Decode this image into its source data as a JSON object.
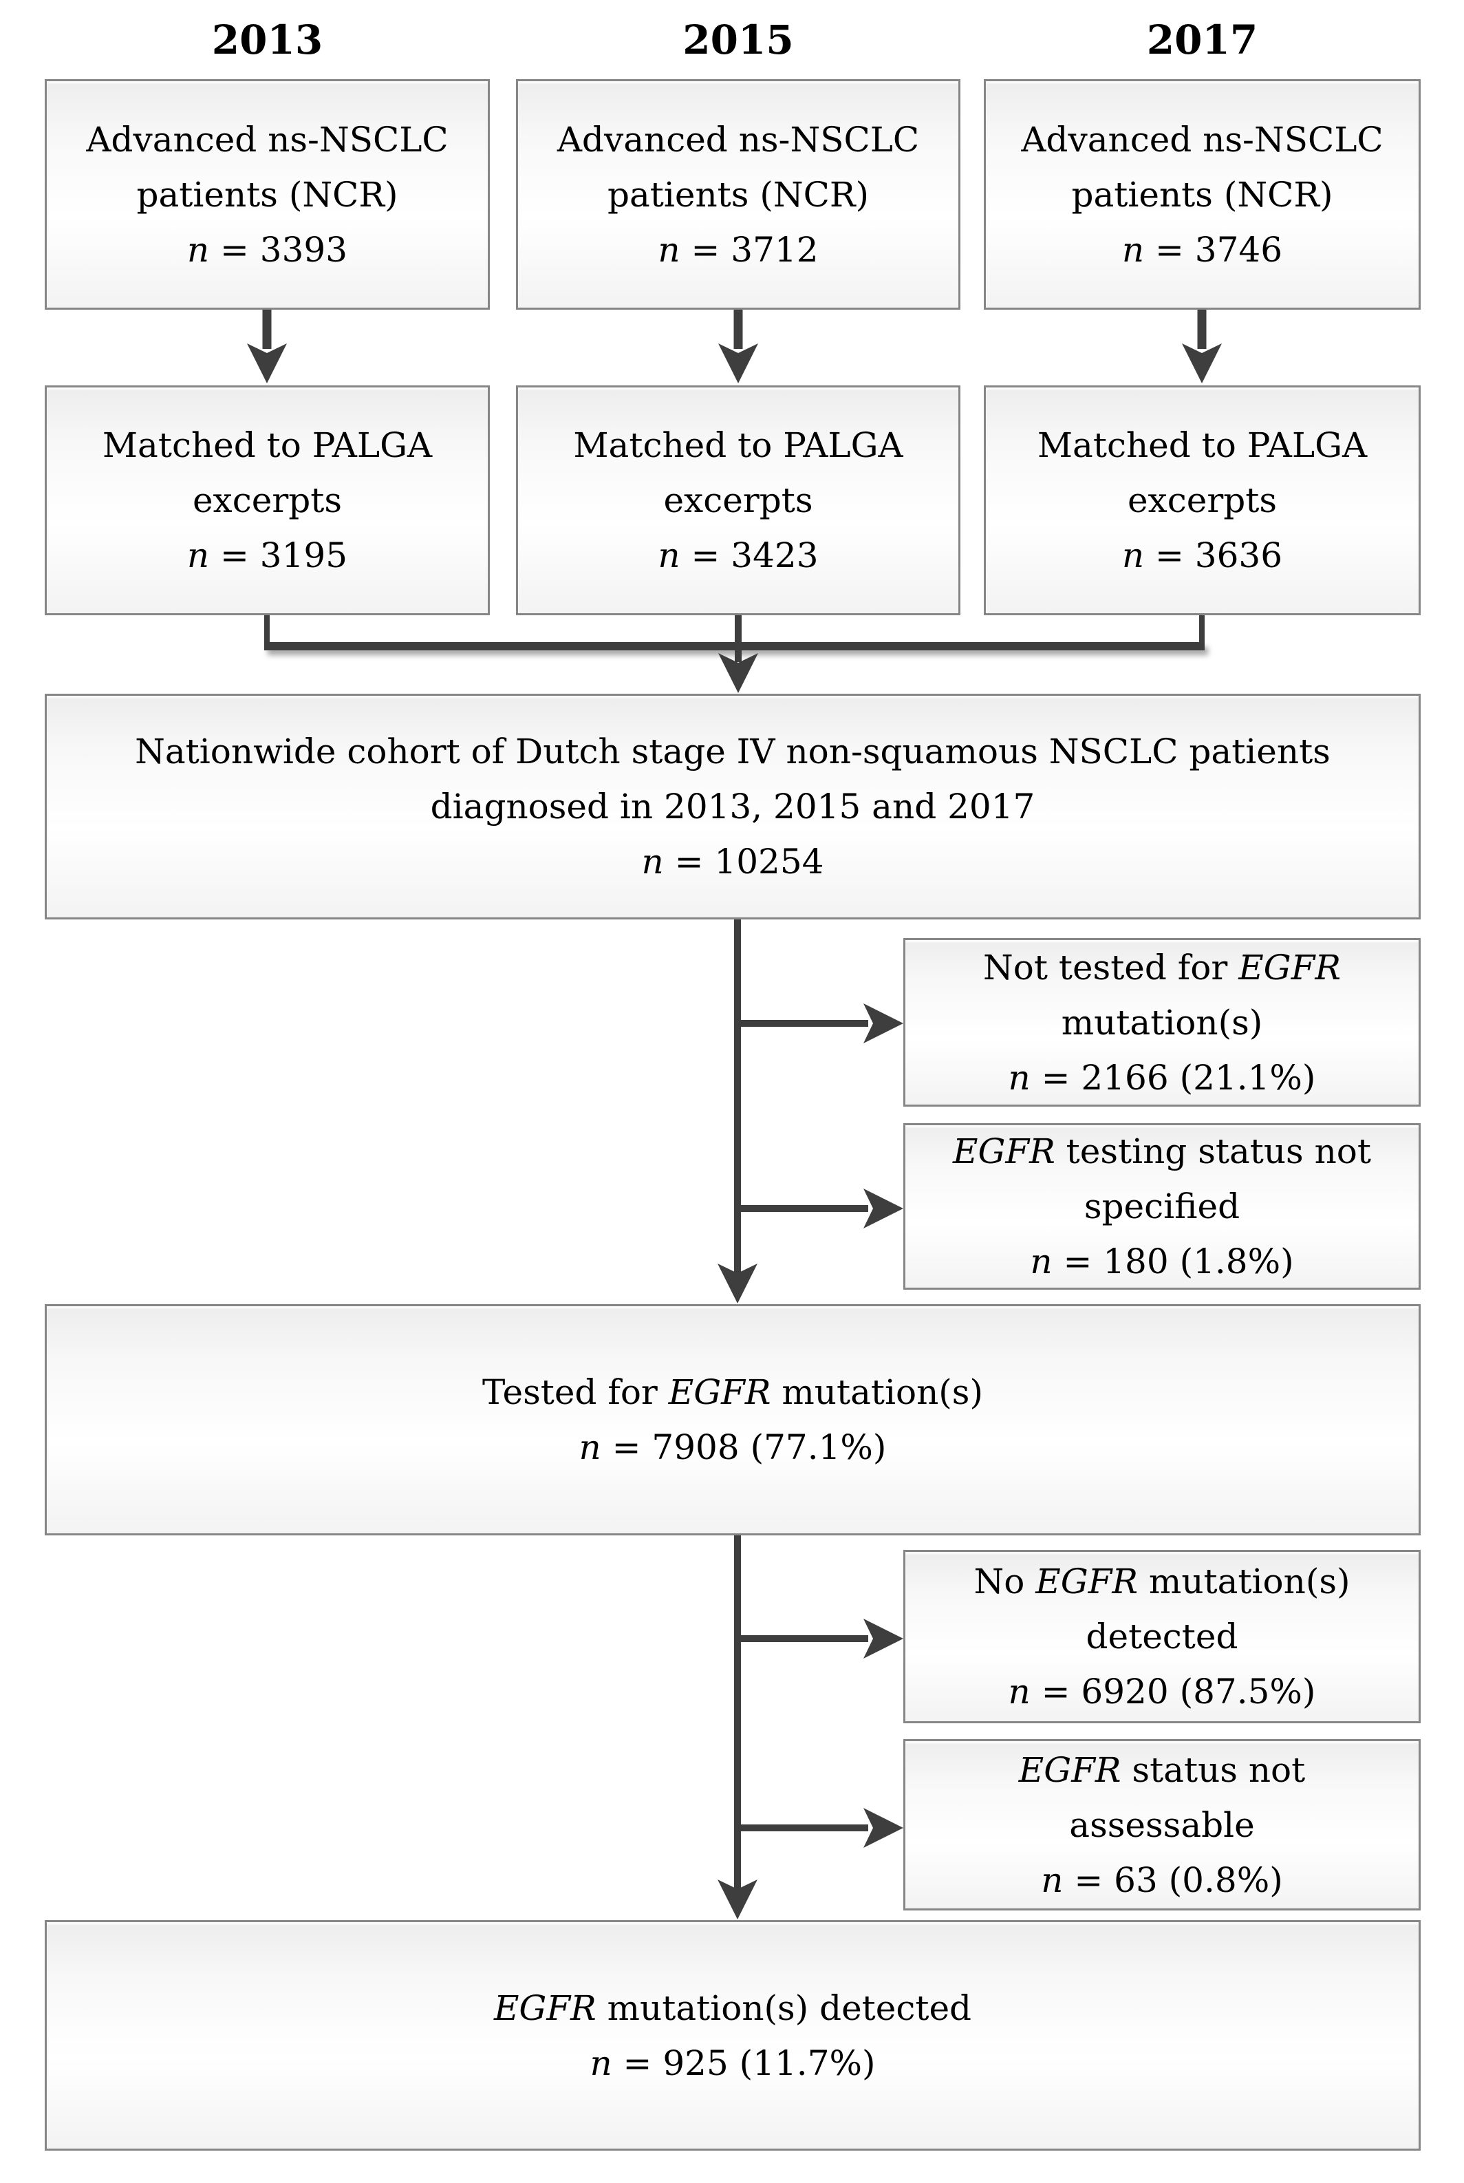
{
  "diagram": {
    "year_labels": [
      "2013",
      "2015",
      "2017"
    ],
    "colors": {
      "arrow": "#3e3e3e",
      "box_border": "#868686",
      "box_fill_shade": "#efefef",
      "box_fill_light": "#ffffff",
      "text": "#000000",
      "background": "#ffffff"
    },
    "boxes": {
      "ncr_2013": {
        "lines": [
          [
            {
              "t": "Advanced ns-NSCLC"
            }
          ],
          [
            {
              "t": "patients (NCR)"
            }
          ],
          [
            {
              "t": "n",
              "i": 1
            },
            {
              "t": " = 3393"
            }
          ]
        ]
      },
      "ncr_2015": {
        "lines": [
          [
            {
              "t": "Advanced ns-NSCLC"
            }
          ],
          [
            {
              "t": "patients (NCR)"
            }
          ],
          [
            {
              "t": "n",
              "i": 1
            },
            {
              "t": " = 3712"
            }
          ]
        ]
      },
      "ncr_2017": {
        "lines": [
          [
            {
              "t": "Advanced ns-NSCLC"
            }
          ],
          [
            {
              "t": "patients (NCR)"
            }
          ],
          [
            {
              "t": "n",
              "i": 1
            },
            {
              "t": " = 3746"
            }
          ]
        ]
      },
      "palga_2013": {
        "lines": [
          [
            {
              "t": "Matched to PALGA"
            }
          ],
          [
            {
              "t": "excerpts"
            }
          ],
          [
            {
              "t": "n",
              "i": 1
            },
            {
              "t": " = 3195"
            }
          ]
        ]
      },
      "palga_2015": {
        "lines": [
          [
            {
              "t": "Matched to PALGA"
            }
          ],
          [
            {
              "t": "excerpts"
            }
          ],
          [
            {
              "t": "n",
              "i": 1
            },
            {
              "t": " = 3423"
            }
          ]
        ]
      },
      "palga_2017": {
        "lines": [
          [
            {
              "t": "Matched to PALGA"
            }
          ],
          [
            {
              "t": "excerpts"
            }
          ],
          [
            {
              "t": "n",
              "i": 1
            },
            {
              "t": " = 3636"
            }
          ]
        ]
      },
      "cohort": {
        "lines": [
          [
            {
              "t": "Nationwide cohort of Dutch stage IV non-squamous NSCLC patients"
            }
          ],
          [
            {
              "t": "diagnosed in 2013, 2015 and 2017"
            }
          ],
          [
            {
              "t": "n",
              "i": 1
            },
            {
              "t": " = 10254"
            }
          ]
        ]
      },
      "not_tested": {
        "lines": [
          [
            {
              "t": "Not tested for "
            },
            {
              "t": "EGFR",
              "i": 1
            }
          ],
          [
            {
              "t": "mutation(s)"
            }
          ],
          [
            {
              "t": "n",
              "i": 1
            },
            {
              "t": " = 2166 (21.1%)"
            }
          ]
        ]
      },
      "status_not_specified": {
        "lines": [
          [
            {
              "t": "EGFR",
              "i": 1
            },
            {
              "t": " testing status not"
            }
          ],
          [
            {
              "t": "specified"
            }
          ],
          [
            {
              "t": "n",
              "i": 1
            },
            {
              "t": " = 180 (1.8%)"
            }
          ]
        ]
      },
      "tested": {
        "lines": [
          [
            {
              "t": "Tested for "
            },
            {
              "t": "EGFR",
              "i": 1
            },
            {
              "t": " mutation(s)"
            }
          ],
          [
            {
              "t": "n",
              "i": 1
            },
            {
              "t": " = 7908 (77.1%)"
            }
          ]
        ]
      },
      "no_mutation": {
        "lines": [
          [
            {
              "t": "No "
            },
            {
              "t": "EGFR",
              "i": 1
            },
            {
              "t": " mutation(s)"
            }
          ],
          [
            {
              "t": "detected"
            }
          ],
          [
            {
              "t": "n",
              "i": 1
            },
            {
              "t": " = 6920 (87.5%)"
            }
          ]
        ]
      },
      "not_assessable": {
        "lines": [
          [
            {
              "t": "EGFR",
              "i": 1
            },
            {
              "t": " status not"
            }
          ],
          [
            {
              "t": "assessable"
            }
          ],
          [
            {
              "t": "n",
              "i": 1
            },
            {
              "t": " = 63 (0.8%)"
            }
          ]
        ]
      },
      "mutation_detected": {
        "lines": [
          [
            {
              "t": "EGFR",
              "i": 1
            },
            {
              "t": " mutation(s) detected"
            }
          ],
          [
            {
              "t": "n",
              "i": 1
            },
            {
              "t": " = 925 (11.7%)"
            }
          ]
        ]
      }
    }
  }
}
